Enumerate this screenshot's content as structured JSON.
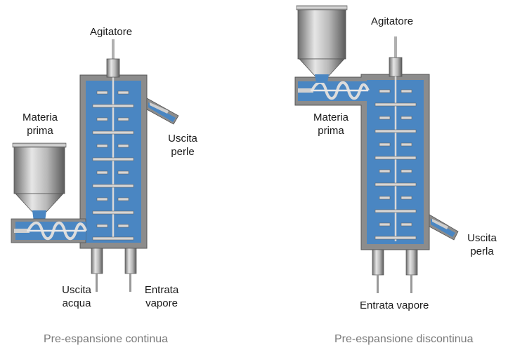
{
  "colors": {
    "fluid": "#4a86c2",
    "vessel": "#8c8c8c",
    "vessel_dark": "#6a6a6a",
    "text": "#1a1a1a",
    "caption": "#7a7a7a"
  },
  "left": {
    "label_agitator": "Agitatore",
    "label_raw_1": "Materia",
    "label_raw_2": "prima",
    "label_out_1": "Uscita",
    "label_out_2": "perle",
    "label_water_1": "Uscita",
    "label_water_2": "acqua",
    "label_steam_1": "Entrata",
    "label_steam_2": "vapore",
    "caption": "Pre-espansione continua"
  },
  "right": {
    "label_agitator": "Agitatore",
    "label_raw_1": "Materia",
    "label_raw_2": "prima",
    "label_out_1": "Uscita",
    "label_out_2": "perla",
    "label_steam": "Entrata vapore",
    "caption": "Pre-espansione discontinua"
  }
}
